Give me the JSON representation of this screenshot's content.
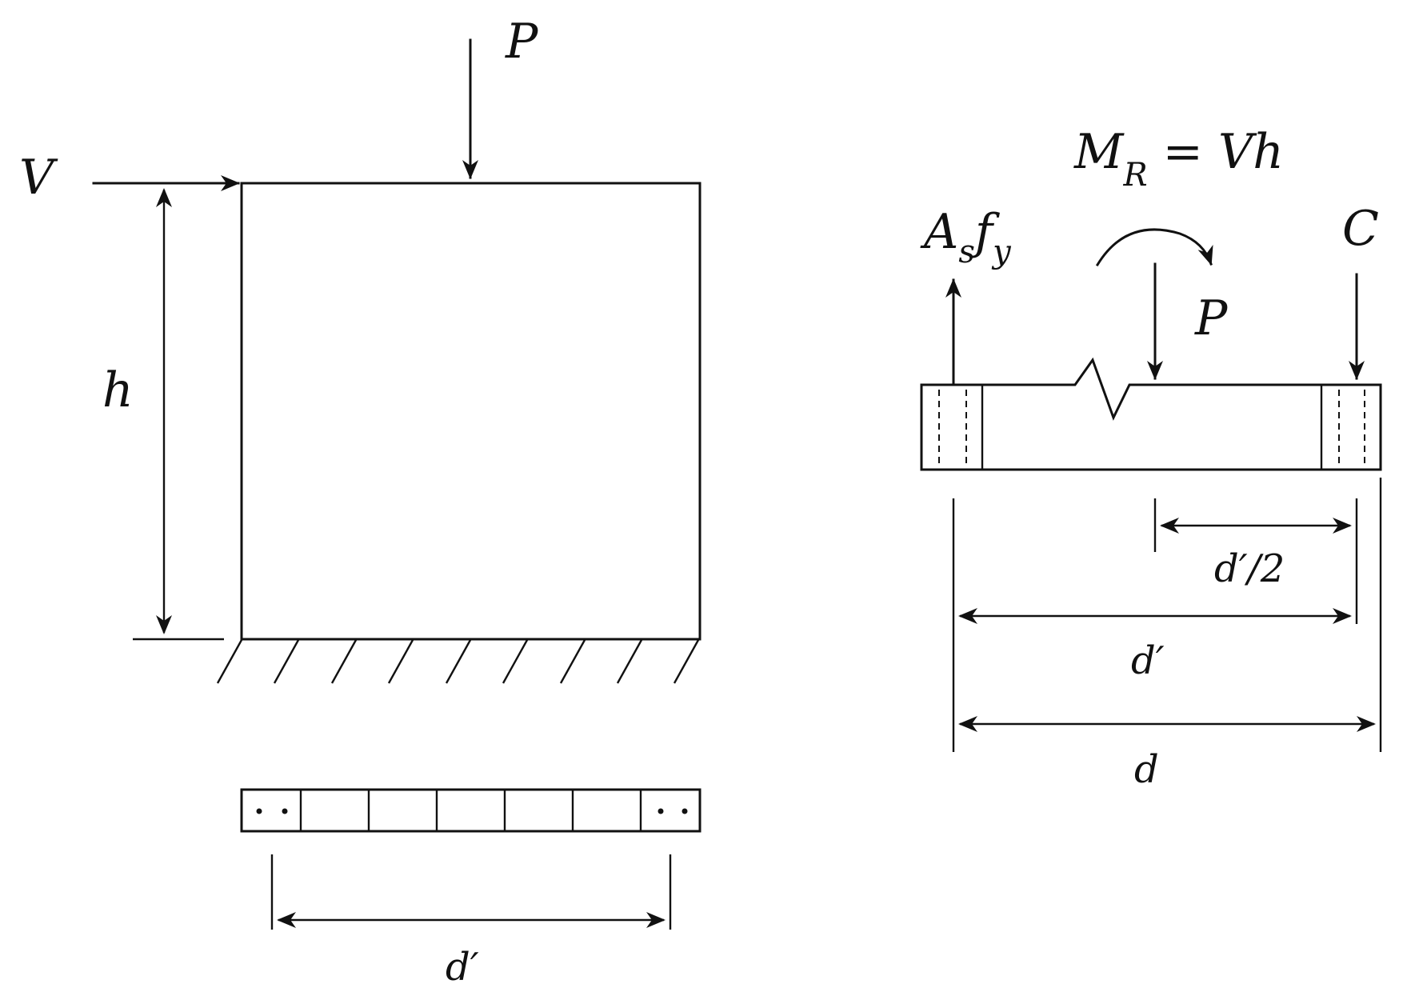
{
  "left_figure": {
    "load_P": "P",
    "load_V": "V",
    "height": "h",
    "plan_length": "d′"
  },
  "right_figure": {
    "moment_M": "M",
    "moment_sub": "R",
    "moment_eq": " = Vh",
    "tension_A": "A",
    "tension_s": "s",
    "tension_f": "f",
    "tension_y": "y",
    "compression": "C",
    "axial": "P",
    "half_length": "d′/2",
    "inner_length": "d′",
    "full_length": "d"
  },
  "colors": {
    "ink": "#111111",
    "background": "#ffffff"
  }
}
